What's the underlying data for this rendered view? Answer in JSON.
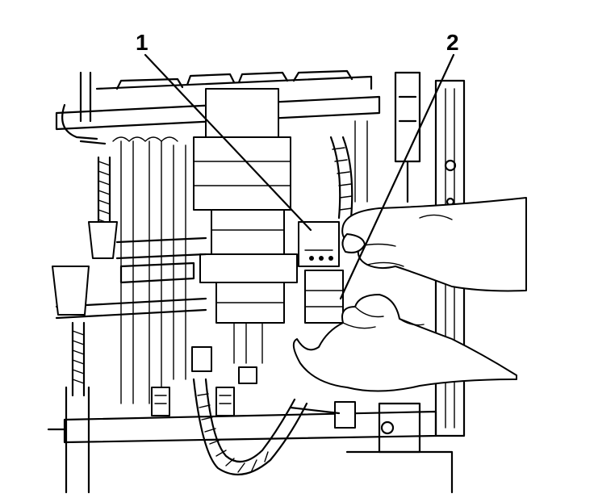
{
  "figure": {
    "callouts": [
      {
        "id": "callout-1",
        "label": "1"
      },
      {
        "id": "callout-2",
        "label": "2"
      }
    ],
    "colors": {
      "ink": "#000000",
      "paper": "#ffffff"
    }
  }
}
